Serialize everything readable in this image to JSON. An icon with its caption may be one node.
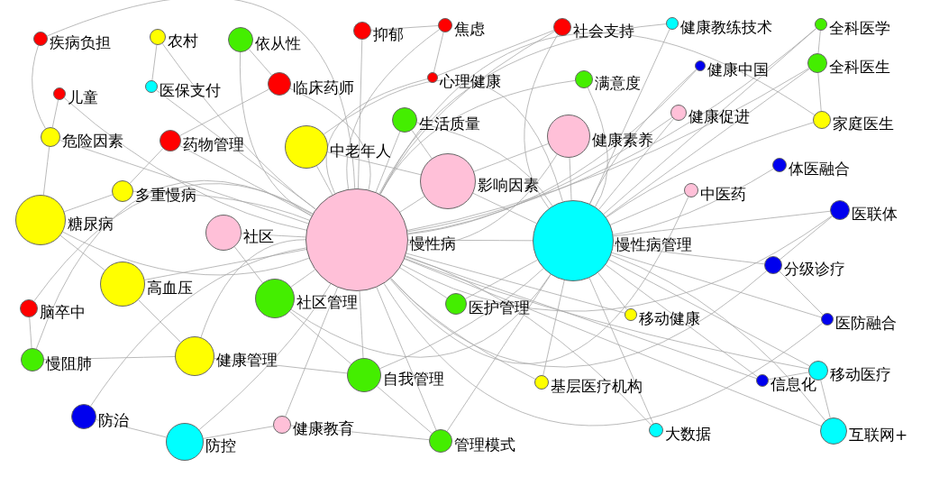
{
  "diagram": {
    "nodes": [
      {
        "text": [
          "疾病负担"
        ]
      },
      {
        "text": [
          "农村"
        ]
      },
      {
        "text": [
          "依从性"
        ]
      },
      {
        "text": [
          "抑郁"
        ]
      },
      {
        "text": [
          "焦虑"
        ]
      },
      {
        "text": [
          "社会支持"
        ]
      },
      {
        "text": [
          "健康教练技术"
        ]
      },
      {
        "text": [
          "全科医学"
        ]
      },
      {
        "text": [
          "儿童"
        ]
      },
      {
        "text": [
          "医保支付"
        ]
      },
      {
        "text": [
          "临床药师"
        ]
      },
      {
        "text": [
          "心理健康"
        ]
      },
      {
        "text": [
          "满意度"
        ]
      },
      {
        "text": [
          "健康中国"
        ]
      },
      {
        "text": [
          "全科医生"
        ]
      },
      {
        "text": [
          "生活质量"
        ]
      },
      {
        "text": [
          "危险因素"
        ]
      },
      {
        "text": [
          "药物管理"
        ]
      },
      {
        "text": [
          "中老年人"
        ]
      },
      {
        "text": [
          "健康素养"
        ]
      },
      {
        "text": [
          "健康促进"
        ]
      },
      {
        "text": [
          "家庭医生"
        ]
      },
      {
        "text": [
          "体医融合"
        ]
      },
      {
        "text": [
          "影响因素"
        ]
      },
      {
        "text": [
          "多重慢病"
        ]
      },
      {
        "text": [
          "中医药"
        ]
      },
      {
        "text": [
          "糖尿病"
        ]
      },
      {
        "text": [
          "社区"
        ]
      },
      {
        "text": [
          "慢性病"
        ]
      },
      {
        "text": [
          "慢性病管理"
        ]
      },
      {
        "text": [
          "医联体"
        ]
      },
      {
        "text": [
          "分级诊疗"
        ]
      },
      {
        "text": [
          "高血压"
        ]
      },
      {
        "text": [
          "社区管理"
        ]
      },
      {
        "text": [
          "医护管理"
        ]
      },
      {
        "text": [
          "脑卒中"
        ]
      },
      {
        "text": [
          "移动健康"
        ]
      },
      {
        "text": [
          "医防融合"
        ]
      },
      {
        "text": [
          "慢阻肺"
        ]
      },
      {
        "text": [
          "健康管理"
        ]
      },
      {
        "text": [
          "自我管理"
        ]
      },
      {
        "text": [
          "基层医疗机构"
        ]
      },
      {
        "text": [
          "信息化"
        ]
      },
      {
        "text": [
          "移动医疗"
        ]
      },
      {
        "text": [
          "防治"
        ]
      },
      {
        "text": [
          "防控"
        ]
      },
      {
        "text": [
          "健康教育"
        ]
      },
      {
        "text": [
          "管理模式"
        ]
      },
      {
        "text": [
          "大数据"
        ]
      },
      {
        "text": [
          "互联网+"
        ]
      }
    ],
    "edges": [
      {
        "from": 28,
        "to": 0,
        "arrow": "none"
      },
      {
        "from": 28,
        "to": 1,
        "arrow": "none"
      },
      {
        "from": 28,
        "to": 2,
        "arrow": "none"
      },
      {
        "from": 28,
        "to": 3,
        "arrow": "none"
      },
      {
        "from": 28,
        "to": 4,
        "arrow": "none"
      },
      {
        "from": 28,
        "to": 5,
        "arrow": "none"
      },
      {
        "from": 28,
        "to": 6,
        "arrow": "none"
      },
      {
        "from": 28,
        "to": 7,
        "arrow": "none"
      },
      {
        "from": 28,
        "to": 8,
        "arrow": "none"
      },
      {
        "from": 28,
        "to": 9,
        "arrow": "none"
      },
      {
        "from": 28,
        "to": 10,
        "arrow": "none"
      },
      {
        "from": 28,
        "to": 11,
        "arrow": "none"
      },
      {
        "from": 28,
        "to": 12,
        "arrow": "none"
      },
      {
        "from": 28,
        "to": 13,
        "arrow": "none"
      },
      {
        "from": 28,
        "to": 14,
        "arrow": "none"
      },
      {
        "from": 28,
        "to": 15,
        "arrow": "none"
      },
      {
        "from": 28,
        "to": 16,
        "arrow": "none"
      },
      {
        "from": 28,
        "to": 17,
        "arrow": "none"
      },
      {
        "from": 28,
        "to": 18,
        "arrow": "none"
      },
      {
        "from": 28,
        "to": 19,
        "arrow": "none"
      },
      {
        "from": 28,
        "to": 20,
        "arrow": "none"
      },
      {
        "from": 28,
        "to": 21,
        "arrow": "none"
      },
      {
        "from": 28,
        "to": 23,
        "arrow": "none"
      },
      {
        "from": 28,
        "to": 24,
        "arrow": "none"
      },
      {
        "from": 28,
        "to": 25,
        "arrow": "none"
      },
      {
        "from": 28,
        "to": 26,
        "arrow": "none"
      },
      {
        "from": 28,
        "to": 27,
        "arrow": "none"
      },
      {
        "from": 28,
        "to": 29,
        "arrow": "none"
      },
      {
        "from": 28,
        "to": 30,
        "arrow": "none"
      },
      {
        "from": 28,
        "to": 31,
        "arrow": "none"
      },
      {
        "from": 28,
        "to": 32,
        "arrow": "none"
      },
      {
        "from": 28,
        "to": 33,
        "arrow": "none"
      },
      {
        "from": 28,
        "to": 34,
        "arrow": "none"
      },
      {
        "from": 28,
        "to": 35,
        "arrow": "none"
      },
      {
        "from": 28,
        "to": 36,
        "arrow": "none"
      },
      {
        "from": 28,
        "to": 37,
        "arrow": "none"
      },
      {
        "from": 28,
        "to": 38,
        "arrow": "none"
      },
      {
        "from": 28,
        "to": 39,
        "arrow": "none"
      },
      {
        "from": 28,
        "to": 40,
        "arrow": "none"
      },
      {
        "from": 28,
        "to": 41,
        "arrow": "none"
      },
      {
        "from": 28,
        "to": 42,
        "arrow": "none"
      },
      {
        "from": 28,
        "to": 43,
        "arrow": "none"
      },
      {
        "from": 28,
        "to": 44,
        "arrow": "none"
      },
      {
        "from": 28,
        "to": 45,
        "arrow": "none"
      },
      {
        "from": 28,
        "to": 46,
        "arrow": "none"
      },
      {
        "from": 28,
        "to": 47,
        "arrow": "none"
      },
      {
        "from": 28,
        "to": 48,
        "arrow": "none"
      },
      {
        "from": 28,
        "to": 49,
        "arrow": "none"
      },
      {
        "from": 29,
        "to": 5,
        "arrow": "none"
      },
      {
        "from": 29,
        "to": 6,
        "arrow": "none"
      },
      {
        "from": 29,
        "to": 7,
        "arrow": "none"
      },
      {
        "from": 29,
        "to": 12,
        "arrow": "none"
      },
      {
        "from": 29,
        "to": 13,
        "arrow": "none"
      },
      {
        "from": 29,
        "to": 14,
        "arrow": "none"
      },
      {
        "from": 29,
        "to": 15,
        "arrow": "none"
      },
      {
        "from": 29,
        "to": 18,
        "arrow": "none"
      },
      {
        "from": 29,
        "to": 19,
        "arrow": "none"
      },
      {
        "from": 29,
        "to": 20,
        "arrow": "none"
      },
      {
        "from": 29,
        "to": 21,
        "arrow": "none"
      },
      {
        "from": 29,
        "to": 22,
        "arrow": "none"
      },
      {
        "from": 29,
        "to": 23,
        "arrow": "none"
      },
      {
        "from": 29,
        "to": 25,
        "arrow": "none"
      },
      {
        "from": 29,
        "to": 30,
        "arrow": "none"
      },
      {
        "from": 29,
        "to": 31,
        "arrow": "none"
      },
      {
        "from": 29,
        "to": 33,
        "arrow": "none"
      },
      {
        "from": 29,
        "to": 34,
        "arrow": "none"
      },
      {
        "from": 29,
        "to": 36,
        "arrow": "none"
      },
      {
        "from": 29,
        "to": 37,
        "arrow": "none"
      },
      {
        "from": 29,
        "to": 40,
        "arrow": "none"
      },
      {
        "from": 29,
        "to": 41,
        "arrow": "none"
      },
      {
        "from": 29,
        "to": 42,
        "arrow": "none"
      },
      {
        "from": 29,
        "to": 43,
        "arrow": "none"
      },
      {
        "from": 29,
        "to": 47,
        "arrow": "none"
      },
      {
        "from": 29,
        "to": 48,
        "arrow": "none"
      },
      {
        "from": 29,
        "to": 49,
        "arrow": "none"
      },
      {
        "from": 18,
        "to": 23,
        "arrow": "none"
      },
      {
        "from": 23,
        "to": 19,
        "arrow": "none"
      },
      {
        "from": 23,
        "to": 15,
        "arrow": "none"
      },
      {
        "from": 26,
        "to": 32,
        "arrow": "none"
      },
      {
        "from": 26,
        "to": 24,
        "arrow": "none"
      },
      {
        "from": 26,
        "to": 16,
        "arrow": "none"
      },
      {
        "from": 32,
        "to": 39,
        "arrow": "none"
      },
      {
        "from": 39,
        "to": 40,
        "arrow": "none"
      },
      {
        "from": 27,
        "to": 33,
        "arrow": "none"
      },
      {
        "from": 33,
        "to": 40,
        "arrow": "none"
      },
      {
        "from": 45,
        "to": 44,
        "arrow": "none"
      },
      {
        "from": 45,
        "to": 46,
        "arrow": "none"
      },
      {
        "from": 46,
        "to": 47,
        "arrow": "none"
      },
      {
        "from": 47,
        "to": 40,
        "arrow": "none"
      },
      {
        "from": 2,
        "to": 10,
        "arrow": "none"
      },
      {
        "from": 10,
        "to": 17,
        "arrow": "none"
      },
      {
        "from": 17,
        "to": 24,
        "arrow": "none"
      },
      {
        "from": 3,
        "to": 4,
        "arrow": "none"
      },
      {
        "from": 4,
        "to": 11,
        "arrow": "none"
      },
      {
        "from": 11,
        "to": 5,
        "arrow": "none"
      },
      {
        "from": 30,
        "to": 31,
        "arrow": "none"
      },
      {
        "from": 31,
        "to": 37,
        "arrow": "none"
      },
      {
        "from": 43,
        "to": 49,
        "arrow": "none"
      },
      {
        "from": 42,
        "to": 43,
        "arrow": "none"
      },
      {
        "from": 21,
        "to": 14,
        "arrow": "none"
      },
      {
        "from": 14,
        "to": 7,
        "arrow": "none"
      },
      {
        "from": 1,
        "to": 9,
        "arrow": "none"
      },
      {
        "from": 0,
        "to": 16,
        "arrow": "none"
      },
      {
        "from": 8,
        "to": 16,
        "arrow": "none"
      },
      {
        "from": 35,
        "to": 38,
        "arrow": "none"
      },
      {
        "from": 38,
        "to": 39,
        "arrow": "none"
      }
    ]
  }
}
